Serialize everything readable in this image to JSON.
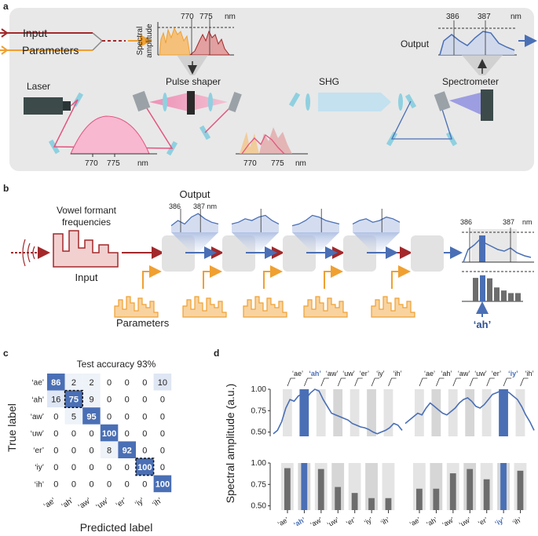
{
  "panel_a": {
    "letter": "a",
    "input_label": "Input",
    "parameters_label": "Parameters",
    "spectral_axis_label_1": "Spectral",
    "spectral_axis_label_2": "amplitude",
    "tick_770": "770",
    "tick_775": "775",
    "unit_nm": "nm",
    "pulse_shaper_label": "Pulse shaper",
    "shg_label": "SHG",
    "laser_label": "Laser",
    "spectrometer_label": "Spectrometer",
    "output_label": "Output",
    "tick_386": "386",
    "tick_387": "387",
    "laser_tick_770": "770",
    "laser_tick_775": "775",
    "shaped_tick_770": "770",
    "shaped_tick_775": "775",
    "colors": {
      "input": "#a3282a",
      "parameters": "#f0a030",
      "output": "#4a6fb5",
      "panel_bg": "#e8e8e8"
    }
  },
  "panel_b": {
    "letter": "b",
    "vowel_title_1": "Vowel formant",
    "vowel_title_2": "frequencies",
    "input_label": "Input",
    "output_label": "Output",
    "tick_386": "386",
    "tick_387nm": "387 nm",
    "right_tick_386": "386",
    "right_tick_387": "387",
    "right_unit": "nm",
    "parameters_label": "Parameters",
    "result_label": "‘ah’"
  },
  "panel_c": {
    "letter": "c",
    "title": "Test accuracy 93%",
    "ylabel": "True label",
    "xlabel": "Predicted label",
    "labels": [
      "‘ae’",
      "‘ah’",
      "‘aw’",
      "‘uw’",
      "‘er’",
      "‘iy’",
      "‘ih’"
    ],
    "matrix": [
      [
        86,
        2,
        2,
        0,
        0,
        0,
        10
      ],
      [
        16,
        75,
        9,
        0,
        0,
        0,
        0
      ],
      [
        0,
        5,
        95,
        0,
        0,
        0,
        0
      ],
      [
        0,
        0,
        0,
        100,
        0,
        0,
        0
      ],
      [
        0,
        0,
        0,
        8,
        92,
        0,
        0
      ],
      [
        0,
        0,
        0,
        0,
        0,
        100,
        0
      ],
      [
        0,
        0,
        0,
        0,
        0,
        0,
        100
      ]
    ]
  },
  "panel_d": {
    "letter": "d",
    "ylabel": "Spectral amplitude (a.u.)",
    "yticks": [
      "1.00",
      "0.75",
      "0.50"
    ],
    "labels": [
      "‘ae’",
      "‘ah’",
      "‘aw’",
      "‘uw’",
      "‘er’",
      "‘iy’",
      "‘ih’"
    ],
    "left_highlight": "‘ah’",
    "right_highlight": "‘iy’",
    "chart_data": [
      {
        "type": "bar",
        "categories": [
          "‘ae’",
          "‘ah’",
          "‘aw’",
          "‘uw’",
          "‘er’",
          "‘iy’",
          "‘ih’"
        ],
        "values": [
          0.94,
          1.0,
          0.93,
          0.72,
          0.65,
          0.59,
          0.59
        ],
        "ylim": [
          0.4,
          1.05
        ]
      },
      {
        "type": "bar",
        "categories": [
          "‘ae’",
          "‘ah’",
          "‘aw’",
          "‘uw’",
          "‘er’",
          "‘iy’",
          "‘ih’"
        ],
        "values": [
          0.7,
          0.7,
          0.88,
          0.93,
          0.81,
          1.0,
          0.91
        ],
        "ylim": [
          0.4,
          1.05
        ]
      }
    ]
  }
}
